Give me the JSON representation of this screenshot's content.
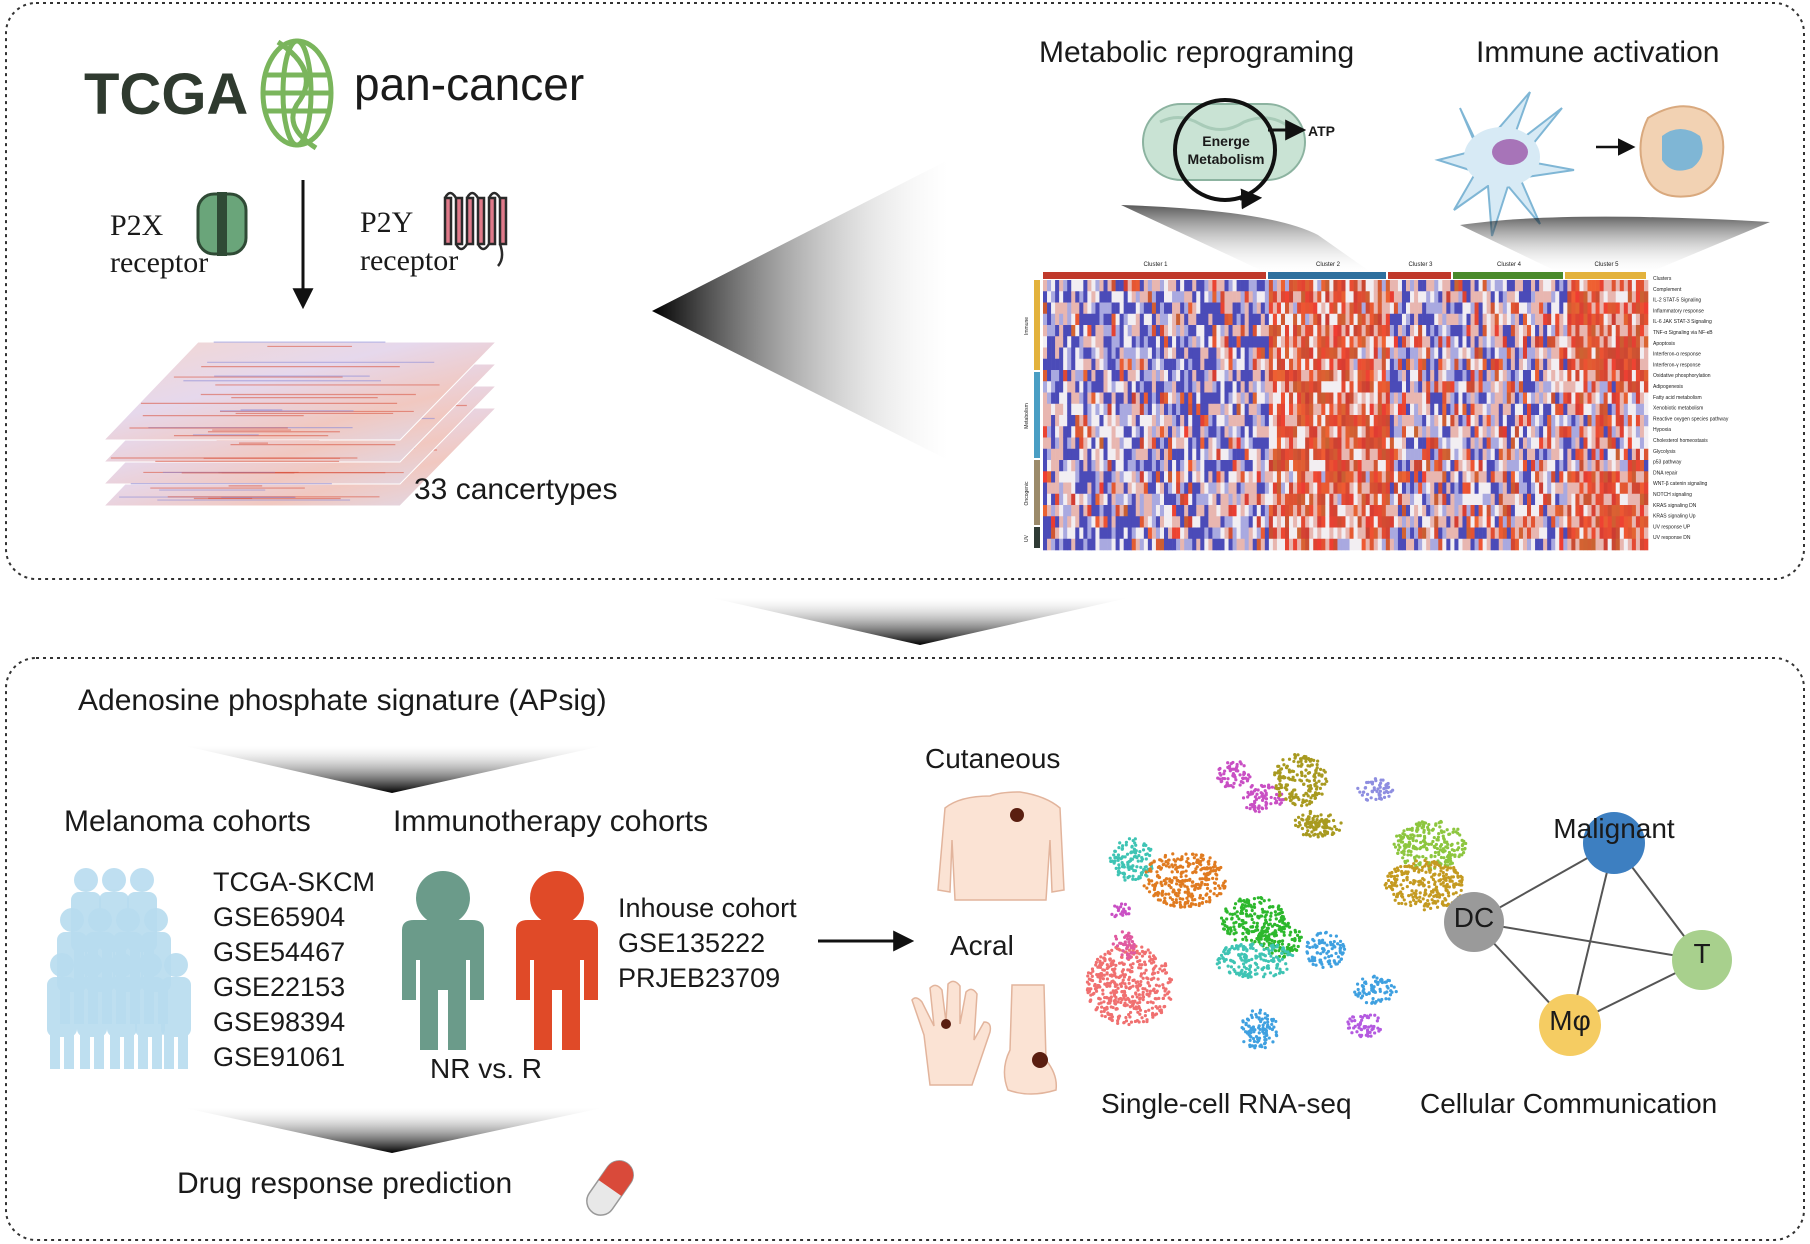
{
  "top_panel": {
    "tcga_logo_text": "TCGA",
    "pan_cancer_title": "pan-cancer",
    "p2x_label": "P2X",
    "p2x_sub": "receptor",
    "p2y_label": "P2Y",
    "p2y_sub": "receptor",
    "cancer_types_label": "33 cancertypes",
    "metabolic_title": "Metabolic reprograming",
    "metabolism_line1": "Energe",
    "metabolism_line2": "Metabolism",
    "atp_label": "ATP",
    "immune_title": "Immune activation",
    "heatmap_clusters": [
      "Cluster 1",
      "Cluster 2",
      "Cluster 3",
      "Cluster 4",
      "Cluster 5"
    ],
    "heatmap_groups": [
      "Immune",
      "Metabolism",
      "Oncogenic",
      "UV"
    ],
    "heatmap_rows": [
      "Clusters",
      "Complement",
      "IL-2 STAT-5 Signaling",
      "Inflammatory response",
      "IL-6 JAK STAT-3 Signaling",
      "TNF-α Signaling via NF-κB",
      "Apoptosis",
      "Interferon-α response",
      "Interferon-γ response",
      "Oxidative phosphorylation",
      "Adipogenesis",
      "Fatty acid metabolism",
      "Xenobiotic metabolism",
      "Reactive oxygen species pathway",
      "Hypoxia",
      "Cholesterol homeostasis",
      "Glycolysis",
      "p53 pathway",
      "DNA repair",
      "WNT-β catenin signaling",
      "NOTCH signaling",
      "KRAS signaling DN",
      "KRAS signaling Up",
      "UV response UP",
      "UV response DN"
    ]
  },
  "bottom_panel": {
    "apsig_title": "Adenosine phosphate signature (APsig)",
    "melanoma_title": "Melanoma cohorts",
    "immunotherapy_title": "Immunotherapy cohorts",
    "melanoma_cohorts": [
      "TCGA-SKCM",
      "GSE65904",
      "GSE54467",
      "GSE22153",
      "GSE98394",
      "GSE91061"
    ],
    "nr_vs_r": "NR vs. R",
    "immuno_cohorts": [
      "Inhouse cohort",
      "GSE135222",
      "PRJEB23709"
    ],
    "drug_response": "Drug response prediction",
    "cutaneous": "Cutaneous",
    "acral": "Acral",
    "scrna_label": "Single-cell RNA-seq",
    "network_label": "Cellular Communication",
    "nodes": {
      "malignant": "Malignant",
      "dc": "DC",
      "t": "T",
      "macrophage": "Mφ"
    }
  },
  "colors": {
    "cluster_bars": [
      "#c0392b",
      "#2e6f9e",
      "#c0392b",
      "#4a8a2a",
      "#e3b23c"
    ],
    "group_bars": [
      "#e3b23c",
      "#4a9ec4",
      "#9b8a6a",
      "#2f3b35"
    ],
    "node_malignant": "#3d7fc1",
    "node_dc": "#9a9a9a",
    "node_t": "#a8d08d",
    "node_macrophage": "#f5cc62",
    "nr_person": "#6b9b8a",
    "r_person": "#e04a28",
    "melanoma_people": "#b8dcef",
    "tcga_green": "#7ab55c"
  }
}
